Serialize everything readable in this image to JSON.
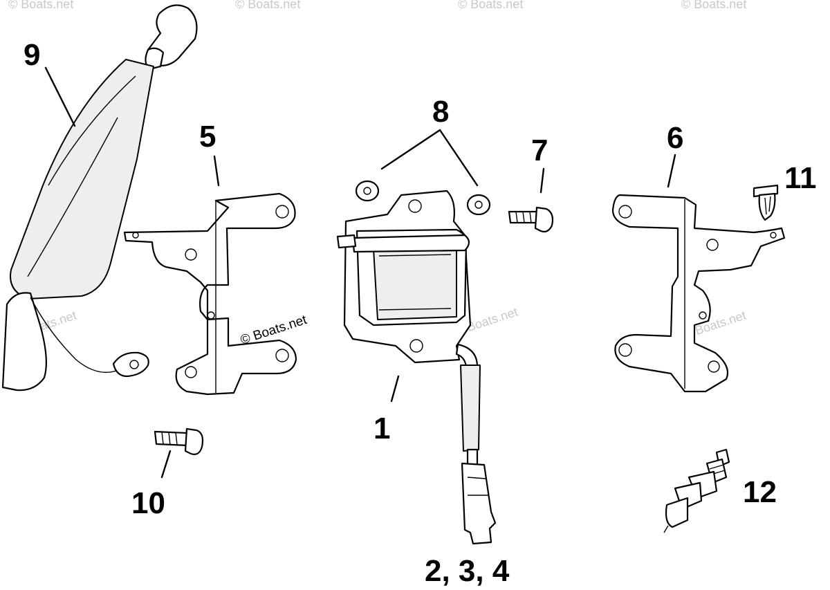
{
  "callouts": {
    "c1": "1",
    "c234": "2, 3, 4",
    "c5": "5",
    "c6": "6",
    "c7": "7",
    "c8": "8",
    "c9": "9",
    "c10": "10",
    "c11": "11",
    "c12": "12"
  },
  "watermarks": {
    "main": "© Boats.net",
    "faint": "© Boats.net"
  },
  "parts": {
    "ignition_coil": "ignition-coil",
    "left_bracket": "left-bracket",
    "right_bracket": "right-bracket",
    "screw_upper": "screw",
    "washers": "washers",
    "spark_plug_lead": "spark-plug-lead",
    "screw_lower": "screw",
    "clip": "clip",
    "spark_plug": "spark-plug"
  }
}
